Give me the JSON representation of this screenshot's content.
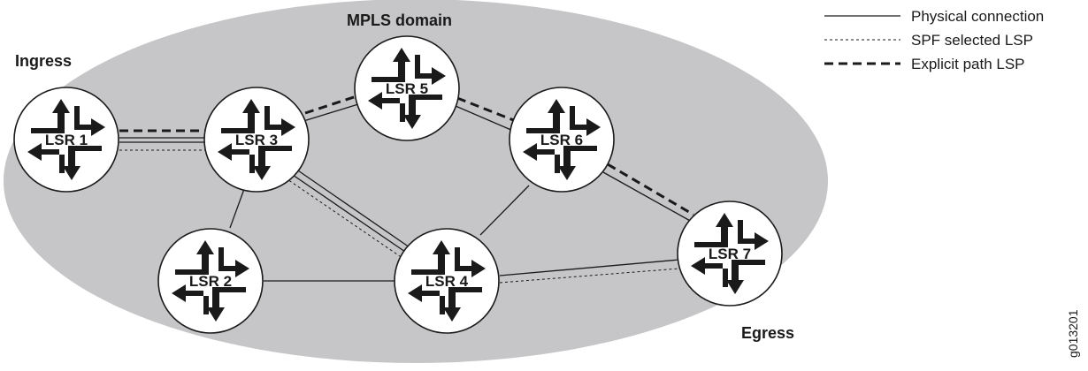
{
  "diagram": {
    "domain_label": "MPLS domain",
    "ingress_label": "Ingress",
    "egress_label": "Egress",
    "figure_id": "g013201",
    "colors": {
      "domain_fill": "#c6c5c7",
      "router_fill": "#ffffff",
      "ink": "#1a1a1a"
    },
    "legend": [
      {
        "style": "solid",
        "label": "Physical connection"
      },
      {
        "style": "dotted",
        "label": "SPF selected LSP"
      },
      {
        "style": "dashed",
        "label": "Explicit path LSP"
      }
    ],
    "routers": [
      {
        "id": "lsr1",
        "label": "LSR 1"
      },
      {
        "id": "lsr2",
        "label": "LSR 2"
      },
      {
        "id": "lsr3",
        "label": "LSR 3"
      },
      {
        "id": "lsr4",
        "label": "LSR 4"
      },
      {
        "id": "lsr5",
        "label": "LSR 5"
      },
      {
        "id": "lsr6",
        "label": "LSR 6"
      },
      {
        "id": "lsr7",
        "label": "LSR 7"
      }
    ],
    "physical_links": [
      [
        "lsr1",
        "lsr3"
      ],
      [
        "lsr3",
        "lsr5"
      ],
      [
        "lsr5",
        "lsr6"
      ],
      [
        "lsr3",
        "lsr2"
      ],
      [
        "lsr3",
        "lsr4"
      ],
      [
        "lsr2",
        "lsr4"
      ],
      [
        "lsr4",
        "lsr6"
      ],
      [
        "lsr6",
        "lsr7"
      ],
      [
        "lsr4",
        "lsr7"
      ]
    ],
    "spf_lsp_path": [
      "lsr1",
      "lsr3",
      "lsr4",
      "lsr7"
    ],
    "explicit_lsp_path": [
      "lsr1",
      "lsr3",
      "lsr5",
      "lsr6",
      "lsr7"
    ]
  }
}
